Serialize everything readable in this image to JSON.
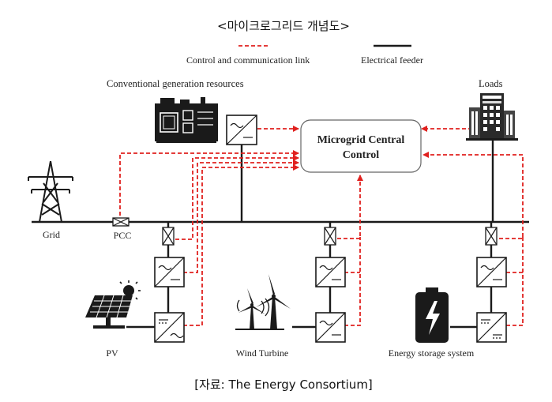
{
  "title": "<마이크로그리드 개념도>",
  "legend": {
    "control_link": "Control and communication link",
    "feeder": "Electrical feeder"
  },
  "labels": {
    "conventional": "Conventional generation resources",
    "loads": "Loads",
    "control_line1": "Microgrid Central",
    "control_line2": "Control",
    "grid": "Grid",
    "pcc": "PCC",
    "pv": "PV",
    "wind": "Wind Turbine",
    "storage": "Energy storage system"
  },
  "source": "[자료: The Energy Consortium]",
  "colors": {
    "link": "#e0201e",
    "feeder": "#1a1a1a"
  }
}
